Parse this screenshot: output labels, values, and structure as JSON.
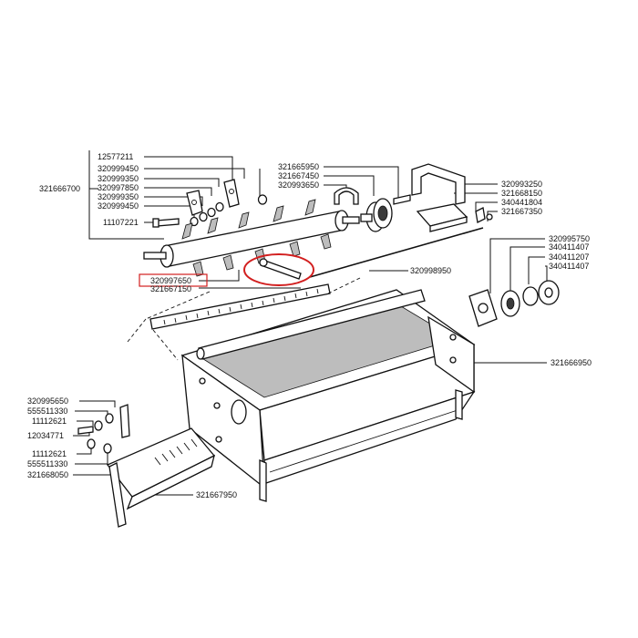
{
  "callouts": {
    "c01": "12577211",
    "c02": "320999450",
    "c03": "320999350",
    "c04": "320997850",
    "c05": "321666700",
    "c06": "320999350",
    "c07": "320999450",
    "c08": "11107221",
    "c09": "320997650",
    "c10": "321667150",
    "c11": "321665950",
    "c12": "321667450",
    "c13": "320993650",
    "c14": "320993250",
    "c15": "321668150",
    "c16": "340441804",
    "c17": "321667350",
    "c18": "320998950",
    "c19": "320995750",
    "c20": "340411407",
    "c21": "340411207",
    "c22": "340411407",
    "c23": "321666950",
    "c24": "320995650",
    "c25": "555511330",
    "c26": "11112621",
    "c27": "12034771",
    "c28": "11112621",
    "c29": "555511330",
    "c30": "321668050",
    "c31": "321667950"
  },
  "highlight_color": "#d21f1f",
  "highlighted_part": "320997650"
}
